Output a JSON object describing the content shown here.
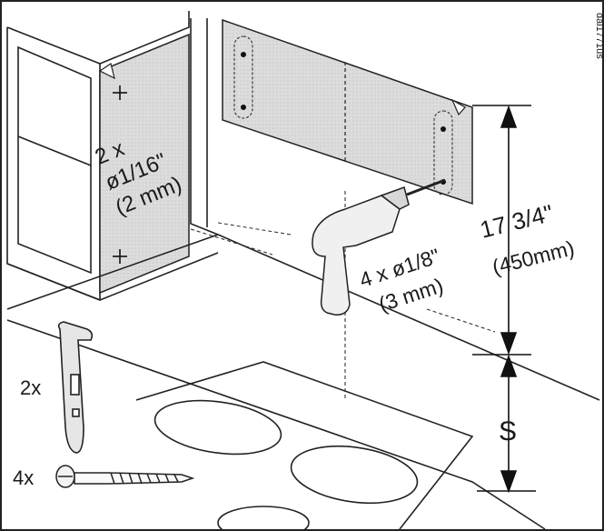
{
  "doc_code": "dal1771us",
  "template_label": {
    "count": "2 x",
    "diameter": "ø1/16\"",
    "metric": "(2 mm)"
  },
  "drill_label": {
    "count_diameter": "4 x ø1/8\"",
    "metric": "(3 mm)"
  },
  "height_label": {
    "imperial": "17 3/4\"",
    "metric": "(450mm)"
  },
  "s_label": "S",
  "parts": {
    "bracket_count": "2x",
    "screw_count": "4x"
  }
}
